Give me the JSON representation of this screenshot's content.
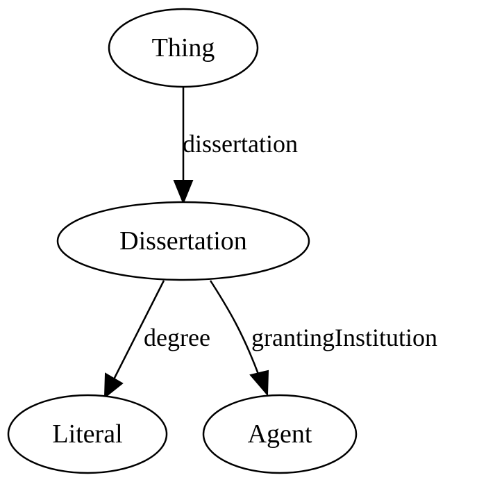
{
  "nodes": {
    "thing": "Thing",
    "dissertation": "Dissertation",
    "literal": "Literal",
    "agent": "Agent"
  },
  "edges": {
    "thing_to_dissertation": "dissertation",
    "dissertation_to_literal": "degree",
    "dissertation_to_agent": "grantingInstitution"
  }
}
